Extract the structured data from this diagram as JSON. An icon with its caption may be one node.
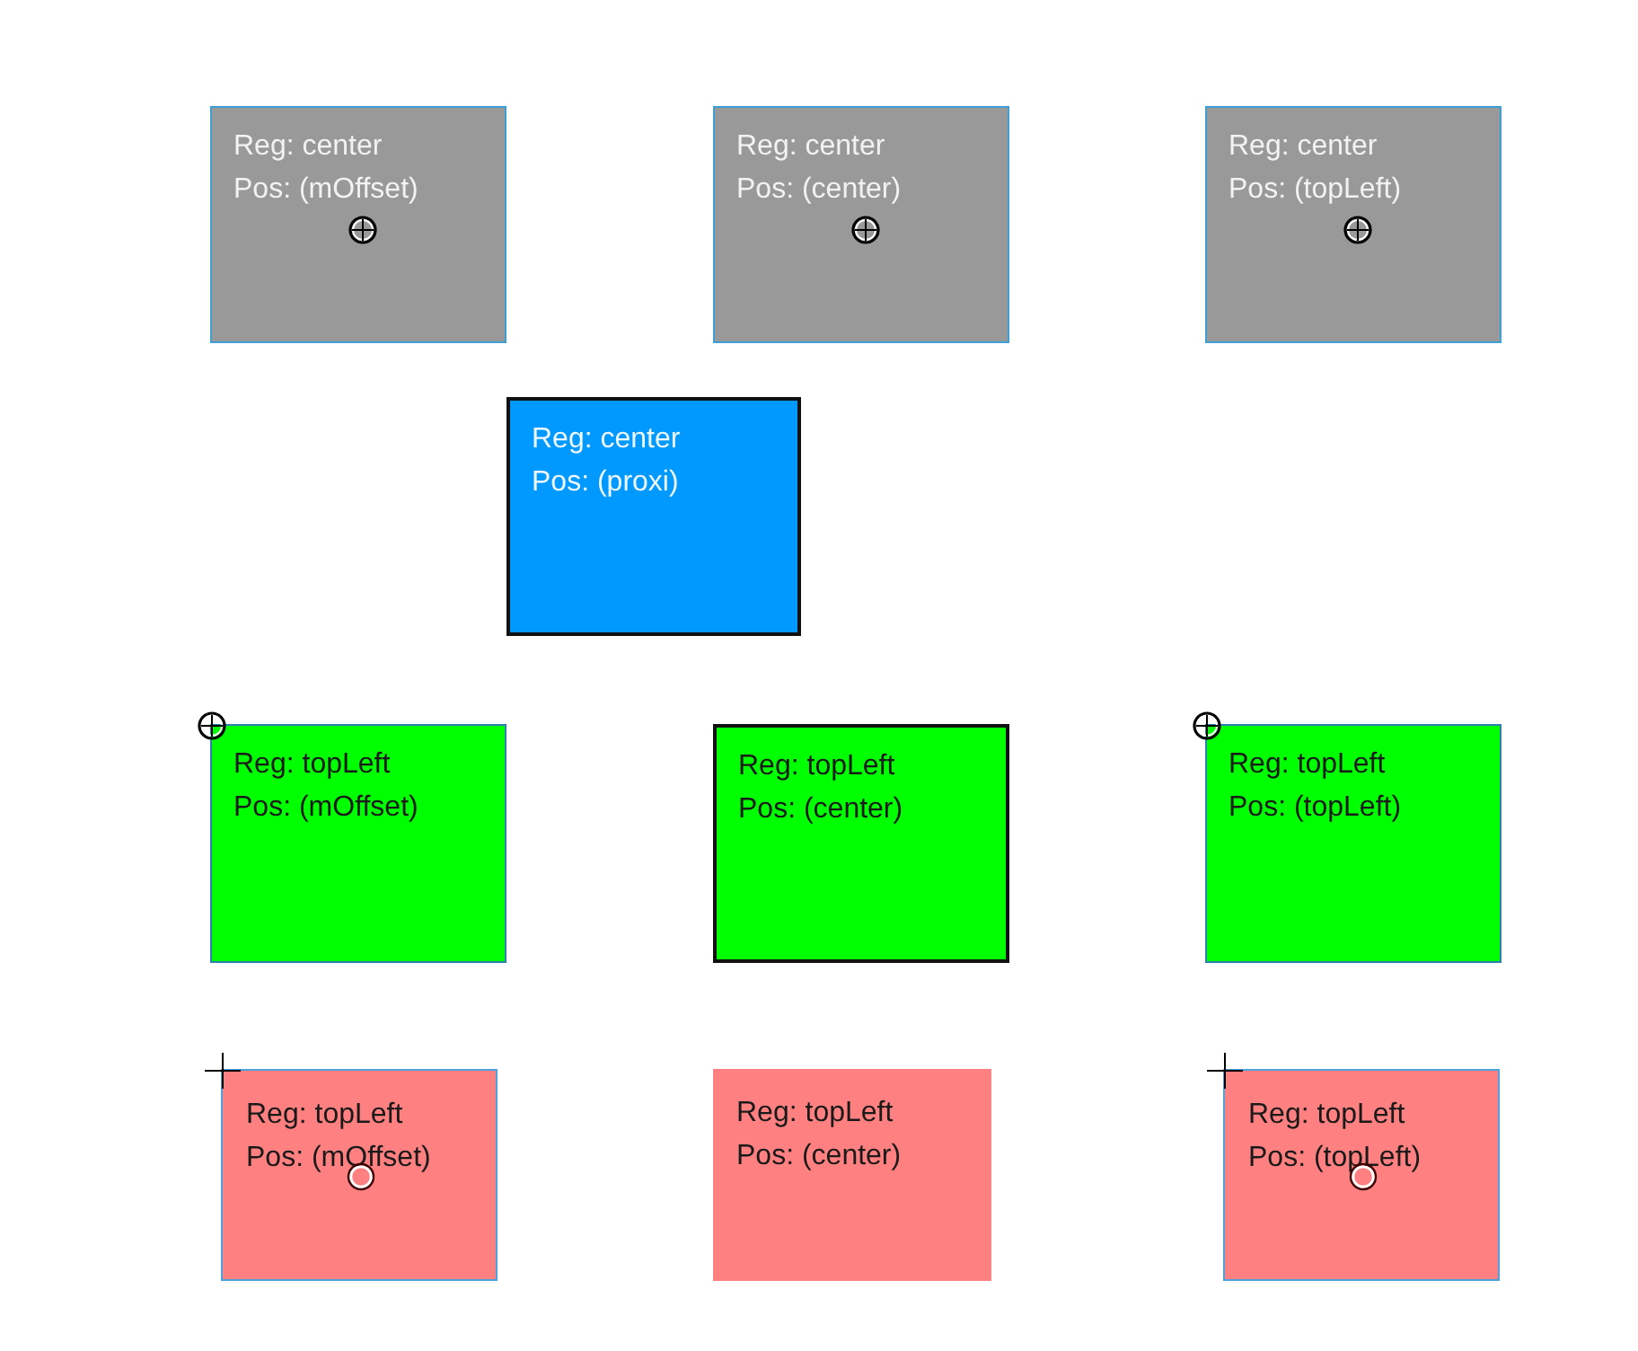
{
  "diagram": {
    "nodes": [
      {
        "text": [
          "Reg: center",
          "Pos: (mOffset)"
        ]
      },
      {
        "text": [
          "Reg: center",
          "Pos: (center)"
        ]
      },
      {
        "text": [
          "Reg: center",
          "Pos: (topLeft)"
        ]
      },
      {
        "text": [
          "Reg: center",
          "Pos: (proxi)"
        ]
      },
      {
        "text": [
          "Reg: topLeft",
          "Pos: (mOffset)"
        ]
      },
      {
        "text": [
          "Reg: topLeft",
          "Pos: (center)"
        ]
      },
      {
        "text": [
          "Reg: topLeft",
          "Pos: (topLeft)"
        ]
      },
      {
        "text": [
          "Reg: topLeft",
          "Pos: (mOffset)"
        ]
      },
      {
        "text": [
          "Reg: topLeft",
          "Pos: (center)"
        ]
      },
      {
        "text": [
          "Reg: topLeft",
          "Pos: (topLeft)"
        ]
      }
    ]
  }
}
